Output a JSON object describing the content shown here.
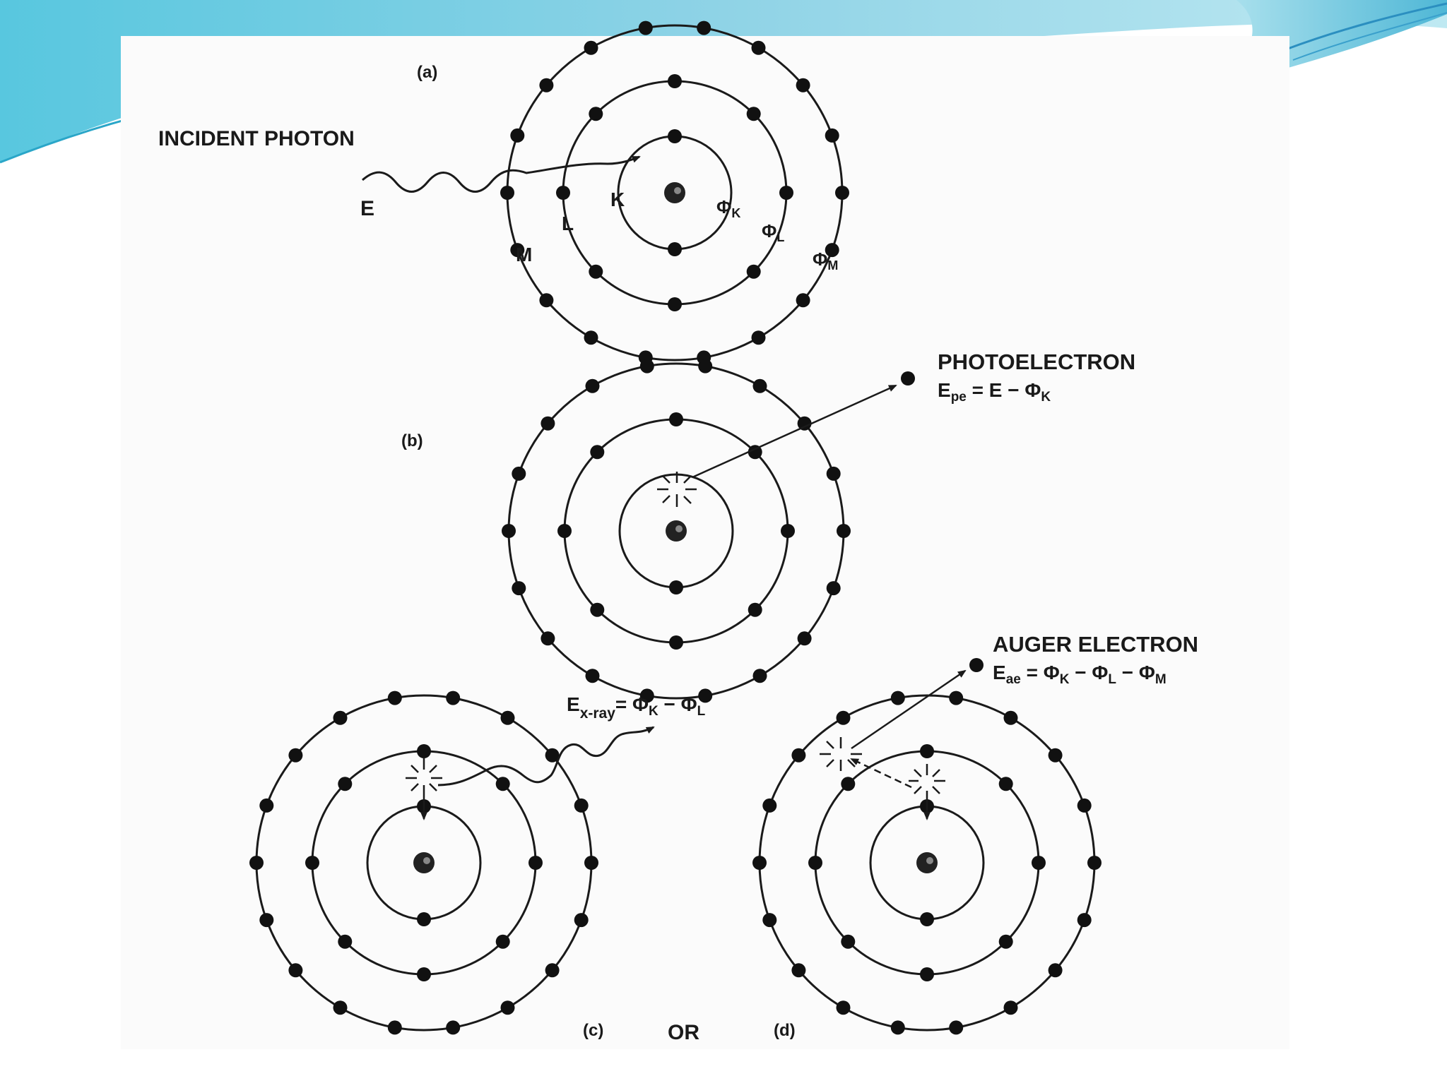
{
  "slide": {
    "colors": {
      "page_bg": "#ffffff",
      "wave_accent": "#5cc6dc",
      "wave_light": "#aee3ee",
      "panel_bg": "#fbfbfb",
      "ink": "#1a1a1a"
    }
  },
  "diagram": {
    "panel_a": {
      "tag": "(a)",
      "incident_label": "INCIDENT PHOTON",
      "energy_label": "E",
      "shells": {
        "K": "K",
        "L": "L",
        "M": "M"
      },
      "binding": {
        "K": "Φ",
        "K_sub": "K",
        "L": "Φ",
        "L_sub": "L",
        "M": "Φ",
        "M_sub": "M"
      }
    },
    "panel_b": {
      "tag": "(b)",
      "title": "PHOTOELECTRON",
      "eq_E": "E",
      "eq_sub": "pe",
      "eq_rest": " = E − Φ",
      "eq_rest_sub": "K"
    },
    "panel_c": {
      "tag": "(c)",
      "eq_E": "E",
      "eq_sub": "x-ray",
      "eq_mid": "= Φ",
      "eq_mid_sub": "K",
      "eq_rest": " − Φ",
      "eq_rest_sub": "L"
    },
    "panel_d": {
      "tag": "(d)",
      "title": "AUGER ELECTRON",
      "eq_E": "E",
      "eq_sub": "ae",
      "eq_1": " = Φ",
      "eq_1_sub": "K",
      "eq_2": " − Φ",
      "eq_2_sub": "L",
      "eq_3": " − Φ",
      "eq_3_sub": "M"
    },
    "or_label": "OR"
  }
}
